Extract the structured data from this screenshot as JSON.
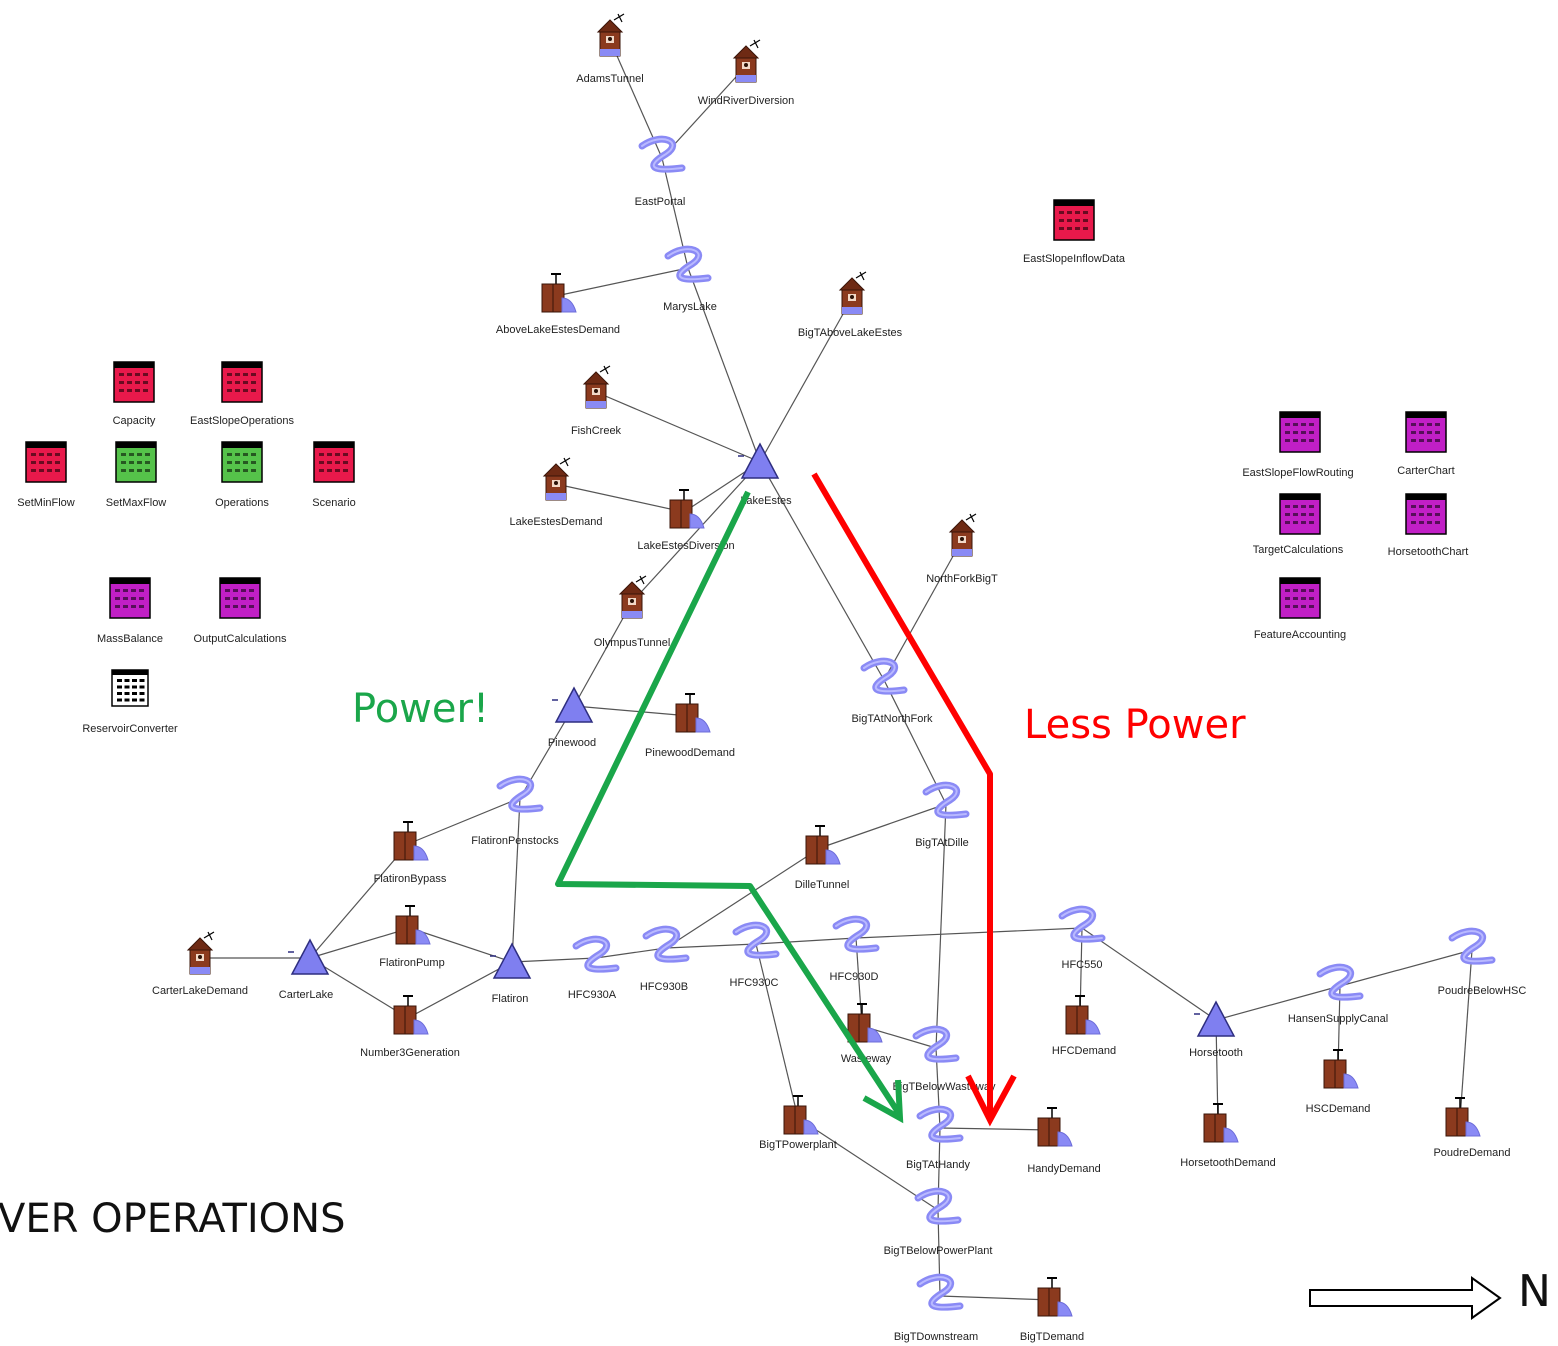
{
  "colors": {
    "link": "#555555",
    "reservoir": "#7f7ff0",
    "reach": "#8a8af5",
    "inflow_house": "#8b3a1e",
    "power_arrow": "#1aa64a",
    "less_power_arrow": "#ff0000",
    "red_table": "#e8194b",
    "green_table": "#55c24a",
    "magenta_table": "#c11fc6"
  },
  "annotations": {
    "power": "Power!",
    "less_power": "Less Power",
    "bottom_title": "VER OPERATIONS",
    "north": "N"
  },
  "nodes": [
    {
      "id": "AdamsTunnel",
      "label": "AdamsTunnel",
      "type": "inflow"
    },
    {
      "id": "WindRiverDiversion",
      "label": "WindRiverDiversion",
      "type": "inflow"
    },
    {
      "id": "EastPortal",
      "label": "EastPortal",
      "type": "reach"
    },
    {
      "id": "MarysLake",
      "label": "MarysLake",
      "type": "reach"
    },
    {
      "id": "AboveLakeEstesDemand",
      "label": "AboveLakeEstesDemand",
      "type": "demand"
    },
    {
      "id": "BigTAboveLakeEstes",
      "label": "BigTAboveLakeEstes",
      "type": "inflow"
    },
    {
      "id": "FishCreek",
      "label": "FishCreek",
      "type": "inflow"
    },
    {
      "id": "LakeEstes",
      "label": "LakeEstes",
      "type": "reservoir"
    },
    {
      "id": "LakeEstesDemand",
      "label": "LakeEstesDemand",
      "type": "inflow"
    },
    {
      "id": "LakeEstesDiversion",
      "label": "LakeEstesDiversion",
      "type": "demand"
    },
    {
      "id": "NorthForkBigT",
      "label": "NorthForkBigT",
      "type": "inflow"
    },
    {
      "id": "OlympusTunnel",
      "label": "OlympusTunnel",
      "type": "inflow"
    },
    {
      "id": "BigTAtNorthFork",
      "label": "BigTAtNorthFork",
      "type": "reach"
    },
    {
      "id": "Pinewood",
      "label": "Pinewood",
      "type": "reservoir"
    },
    {
      "id": "PinewoodDemand",
      "label": "PinewoodDemand",
      "type": "demand"
    },
    {
      "id": "FlatironPenstocks",
      "label": "FlatironPenstocks",
      "type": "reach"
    },
    {
      "id": "BigTAtDille",
      "label": "BigTAtDille",
      "type": "reach"
    },
    {
      "id": "FlatironBypass",
      "label": "FlatironBypass",
      "type": "demand"
    },
    {
      "id": "DilleTunnel",
      "label": "DilleTunnel",
      "type": "demand"
    },
    {
      "id": "CarterLakeDemand",
      "label": "CarterLakeDemand",
      "type": "inflow"
    },
    {
      "id": "CarterLake",
      "label": "CarterLake",
      "type": "reservoir"
    },
    {
      "id": "FlatironPump",
      "label": "FlatironPump",
      "type": "demand"
    },
    {
      "id": "Flatiron",
      "label": "Flatiron",
      "type": "reservoir"
    },
    {
      "id": "Number3Generation",
      "label": "Number3Generation",
      "type": "demand"
    },
    {
      "id": "HFC930A",
      "label": "HFC930A",
      "type": "reach"
    },
    {
      "id": "HFC930B",
      "label": "HFC930B",
      "type": "reach"
    },
    {
      "id": "HFC930C",
      "label": "HFC930C",
      "type": "reach"
    },
    {
      "id": "HFC930D",
      "label": "HFC930D",
      "type": "reach"
    },
    {
      "id": "HFC550",
      "label": "HFC550",
      "type": "reach"
    },
    {
      "id": "Wasteway",
      "label": "Wasteway",
      "type": "demand"
    },
    {
      "id": "HFCDemand",
      "label": "HFCDemand",
      "type": "demand"
    },
    {
      "id": "Horsetooth",
      "label": "Horsetooth",
      "type": "reservoir"
    },
    {
      "id": "HansenSupplyCanal",
      "label": "HansenSupplyCanal",
      "type": "reach"
    },
    {
      "id": "PoudreBelowHSC",
      "label": "PoudreBelowHSC",
      "type": "reach"
    },
    {
      "id": "BigTBelowWasteway",
      "label": "BigTBelowWasteway",
      "type": "reach"
    },
    {
      "id": "HSCDemand",
      "label": "HSCDemand",
      "type": "demand"
    },
    {
      "id": "BigTPowerplant",
      "label": "BigTPowerplant",
      "type": "demand"
    },
    {
      "id": "BigTAtHandy",
      "label": "BigTAtHandy",
      "type": "reach"
    },
    {
      "id": "HandyDemand",
      "label": "HandyDemand",
      "type": "demand"
    },
    {
      "id": "HorsetoothDemand",
      "label": "HorsetoothDemand",
      "type": "demand"
    },
    {
      "id": "PoudreDemand",
      "label": "PoudreDemand",
      "type": "demand"
    },
    {
      "id": "BigTBelowPowerPlant",
      "label": "BigTBelowPowerPlant",
      "type": "reach"
    },
    {
      "id": "BigTDownstream",
      "label": "BigTDownstream",
      "type": "reach"
    },
    {
      "id": "BigTDemand",
      "label": "BigTDemand",
      "type": "demand"
    },
    {
      "id": "Capacity",
      "label": "Capacity",
      "type": "table-red"
    },
    {
      "id": "EastSlopeOperations",
      "label": "EastSlopeOperations",
      "type": "table-red"
    },
    {
      "id": "SetMinFlow",
      "label": "SetMinFlow",
      "type": "table-red"
    },
    {
      "id": "SetMaxFlow",
      "label": "SetMaxFlow",
      "type": "table-green"
    },
    {
      "id": "Operations",
      "label": "Operations",
      "type": "table-green"
    },
    {
      "id": "Scenario",
      "label": "Scenario",
      "type": "table-red"
    },
    {
      "id": "MassBalance",
      "label": "MassBalance",
      "type": "table-magenta"
    },
    {
      "id": "OutputCalculations",
      "label": "OutputCalculations",
      "type": "table-magenta"
    },
    {
      "id": "ReservoirConverter",
      "label": "ReservoirConverter",
      "type": "table-grid"
    },
    {
      "id": "EastSlopeInflowData",
      "label": "EastSlopeInflowData",
      "type": "table-red"
    },
    {
      "id": "EastSlopeFlowRouting",
      "label": "EastSlopeFlowRouting",
      "type": "table-magenta"
    },
    {
      "id": "CarterChart",
      "label": "CarterChart",
      "type": "table-magenta"
    },
    {
      "id": "TargetCalculations",
      "label": "TargetCalculations",
      "type": "table-magenta"
    },
    {
      "id": "HorsetoothChart",
      "label": "HorsetoothChart",
      "type": "table-magenta"
    },
    {
      "id": "FeatureAccounting",
      "label": "FeatureAccounting",
      "type": "table-magenta"
    }
  ],
  "links": [
    [
      "AdamsTunnel",
      "EastPortal"
    ],
    [
      "WindRiverDiversion",
      "EastPortal"
    ],
    [
      "EastPortal",
      "MarysLake"
    ],
    [
      "AboveLakeEstesDemand",
      "MarysLake"
    ],
    [
      "MarysLake",
      "LakeEstes"
    ],
    [
      "BigTAboveLakeEstes",
      "LakeEstes"
    ],
    [
      "FishCreek",
      "LakeEstes"
    ],
    [
      "LakeEstesDemand",
      "LakeEstesDiversion"
    ],
    [
      "LakeEstesDiversion",
      "LakeEstes"
    ],
    [
      "LakeEstes",
      "OlympusTunnel"
    ],
    [
      "LakeEstes",
      "BigTAtNorthFork"
    ],
    [
      "NorthForkBigT",
      "BigTAtNorthFork"
    ],
    [
      "OlympusTunnel",
      "Pinewood"
    ],
    [
      "Pinewood",
      "PinewoodDemand"
    ],
    [
      "Pinewood",
      "FlatironPenstocks"
    ],
    [
      "BigTAtNorthFork",
      "BigTAtDille"
    ],
    [
      "BigTAtDille",
      "DilleTunnel"
    ],
    [
      "FlatironPenstocks",
      "FlatironBypass"
    ],
    [
      "FlatironPenstocks",
      "Flatiron"
    ],
    [
      "FlatironBypass",
      "CarterLake"
    ],
    [
      "CarterLakeDemand",
      "CarterLake"
    ],
    [
      "CarterLake",
      "FlatironPump"
    ],
    [
      "FlatironPump",
      "Flatiron"
    ],
    [
      "CarterLake",
      "Number3Generation"
    ],
    [
      "Number3Generation",
      "Flatiron"
    ],
    [
      "Flatiron",
      "HFC930A"
    ],
    [
      "HFC930A",
      "HFC930B"
    ],
    [
      "DilleTunnel",
      "HFC930B"
    ],
    [
      "HFC930B",
      "HFC930C"
    ],
    [
      "HFC930C",
      "HFC930D"
    ],
    [
      "HFC930D",
      "HFC550"
    ],
    [
      "HFC550",
      "Horsetooth"
    ],
    [
      "HFC550",
      "HFCDemand"
    ],
    [
      "Horsetooth",
      "HansenSupplyCanal"
    ],
    [
      "HansenSupplyCanal",
      "PoudreBelowHSC"
    ],
    [
      "HansenSupplyCanal",
      "HSCDemand"
    ],
    [
      "PoudreBelowHSC",
      "PoudreDemand"
    ],
    [
      "Horsetooth",
      "HorsetoothDemand"
    ],
    [
      "HFC930D",
      "Wasteway"
    ],
    [
      "Wasteway",
      "BigTBelowWasteway"
    ],
    [
      "BigTAtDille",
      "BigTBelowWasteway"
    ],
    [
      "BigTBelowWasteway",
      "BigTAtHandy"
    ],
    [
      "BigTAtHandy",
      "HandyDemand"
    ],
    [
      "HFC930C",
      "BigTPowerplant"
    ],
    [
      "BigTPowerplant",
      "BigTBelowPowerPlant"
    ],
    [
      "BigTAtHandy",
      "BigTBelowPowerPlant"
    ],
    [
      "BigTBelowPowerPlant",
      "BigTDownstream"
    ],
    [
      "BigTDownstream",
      "BigTDemand"
    ]
  ]
}
